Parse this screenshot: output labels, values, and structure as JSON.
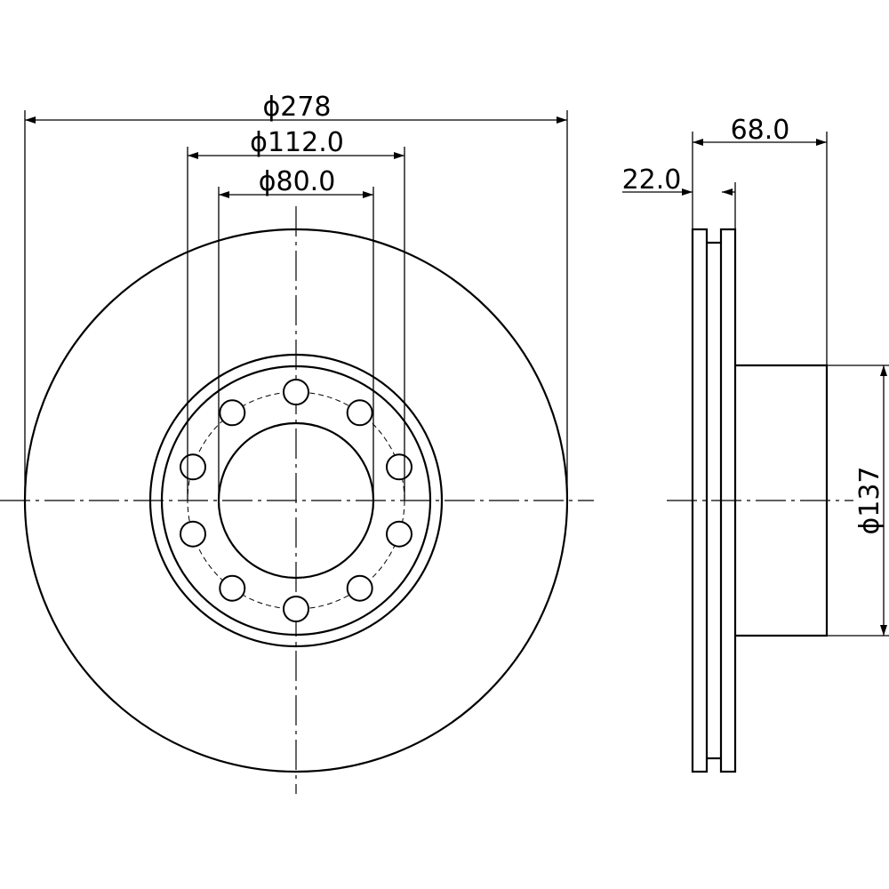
{
  "front_view": {
    "outer_diameter": "ϕ278",
    "bolt_circle_diameter": "ϕ112.0",
    "center_bore_diameter": "ϕ80.0",
    "bolt_hole_count": 10
  },
  "side_view": {
    "total_height": "68.0",
    "disc_thickness": "22.0",
    "hub_diameter": "ϕ137"
  }
}
